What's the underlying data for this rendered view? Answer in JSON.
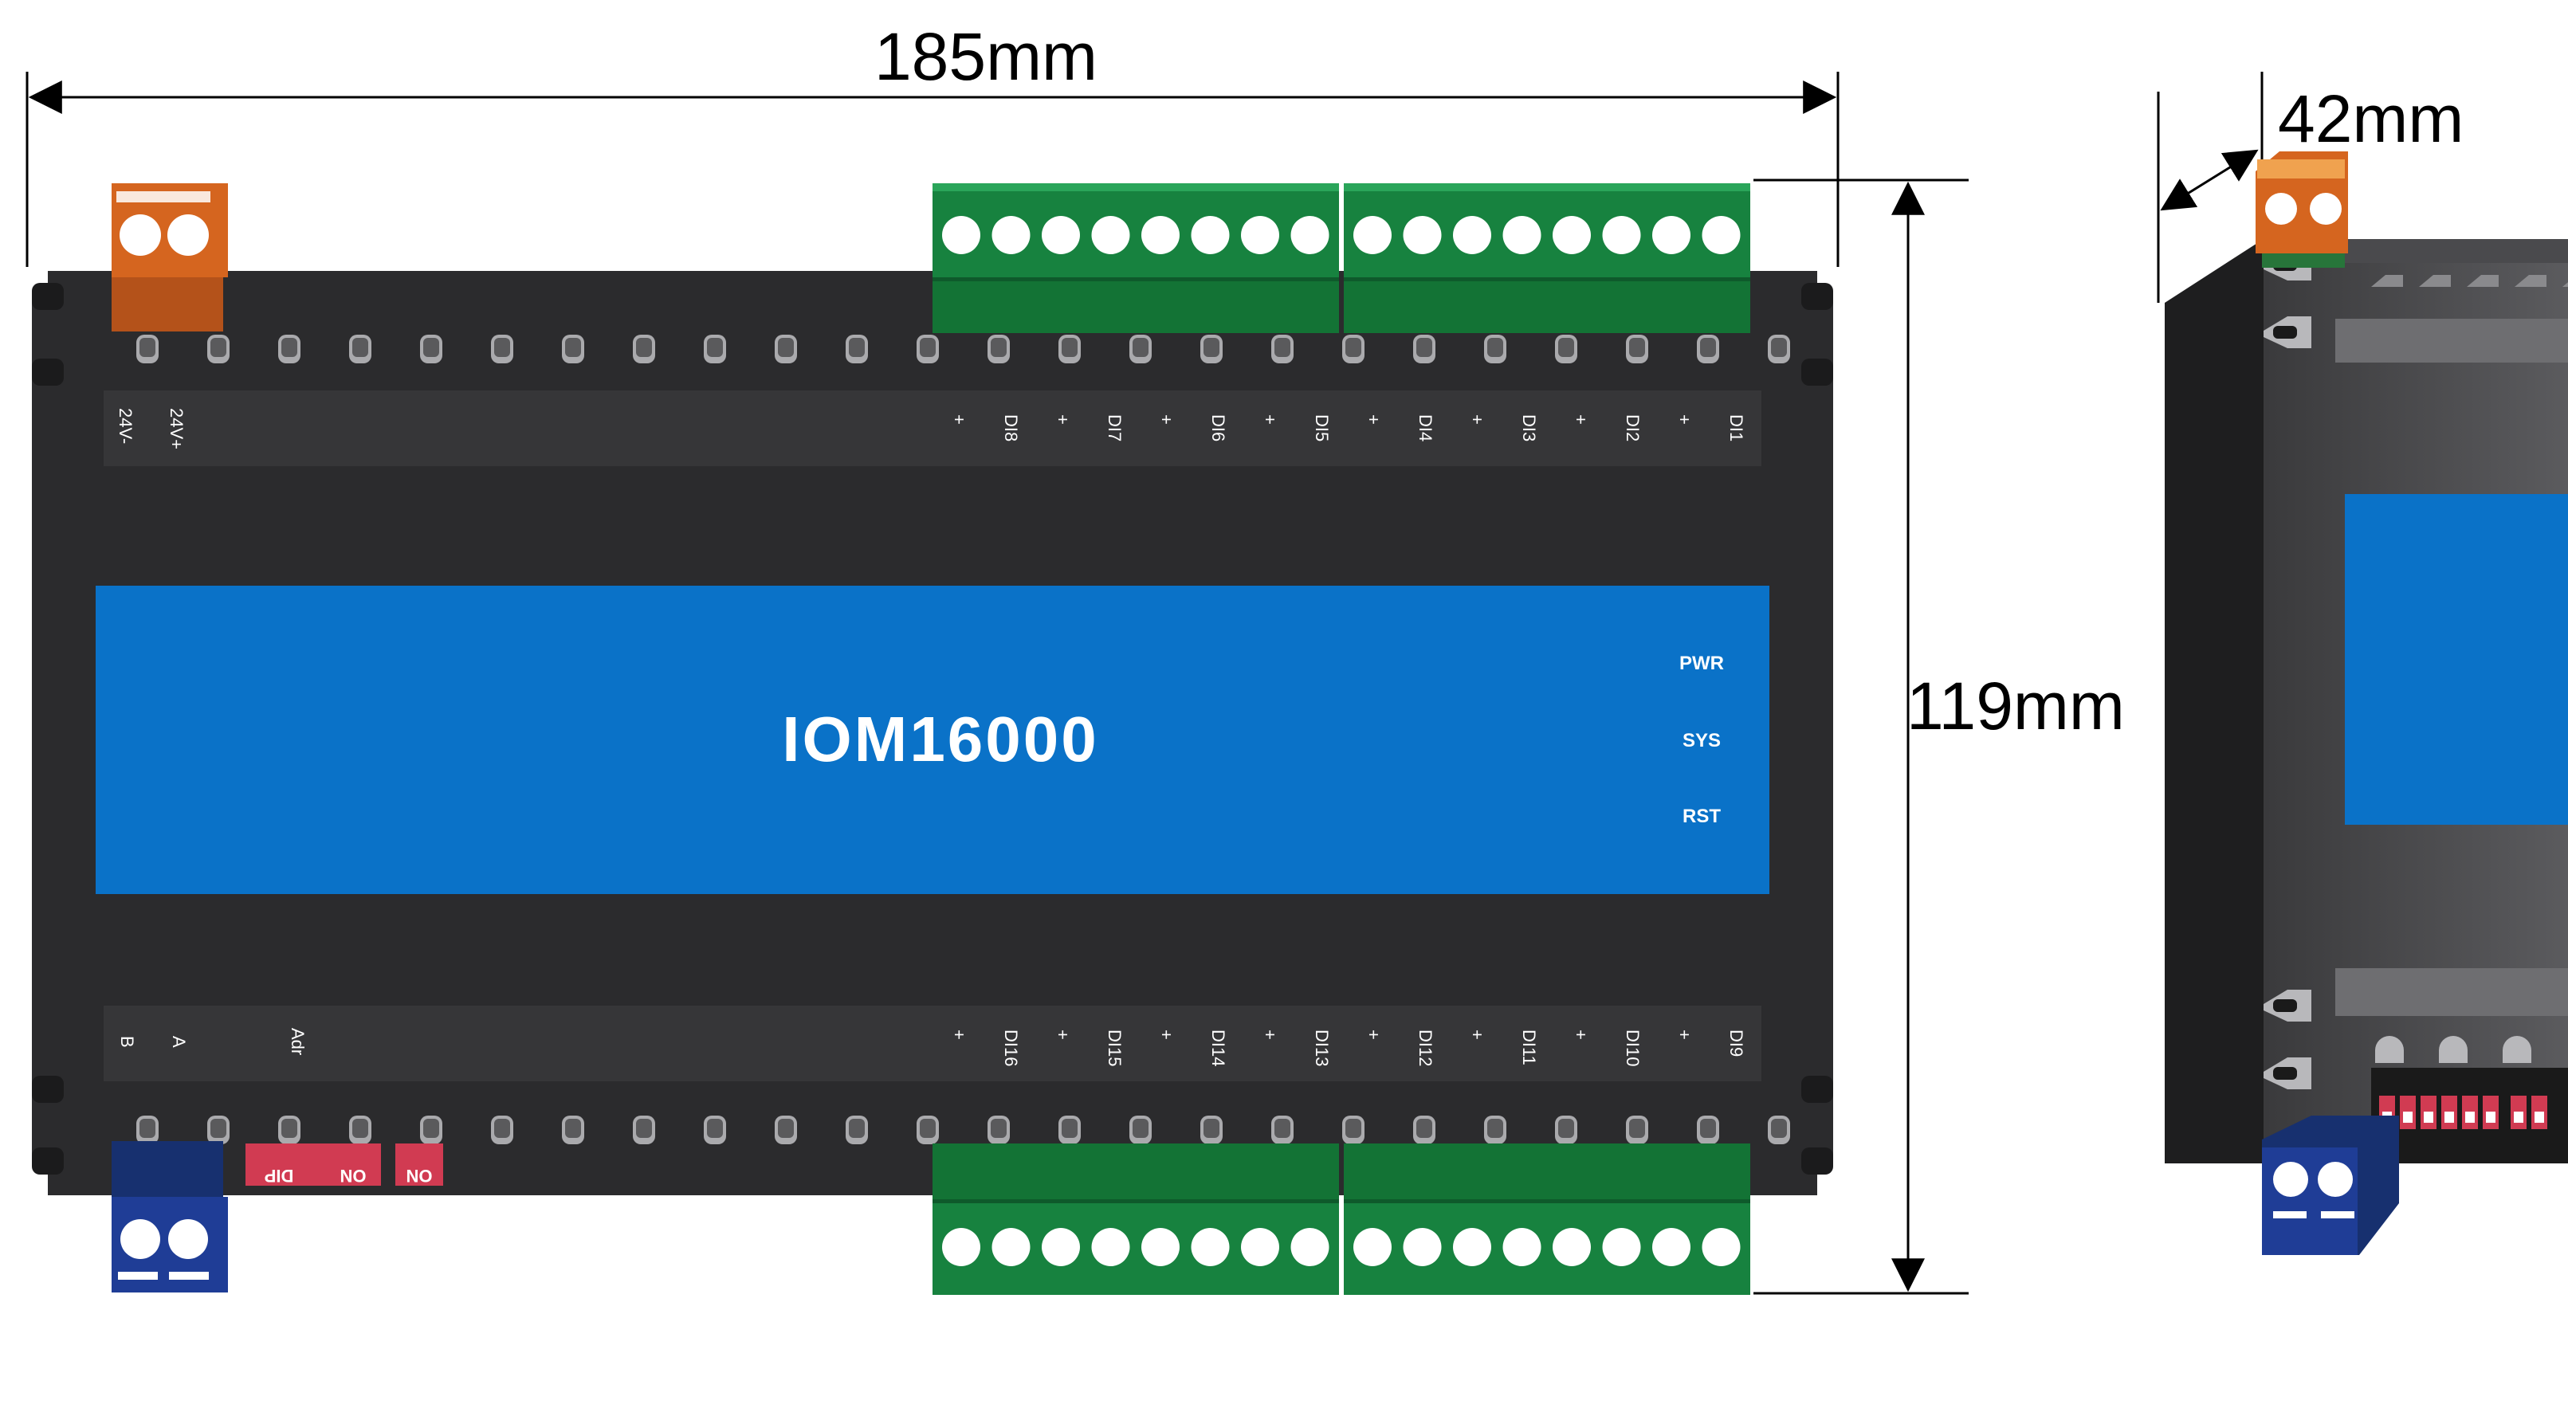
{
  "dimensions": {
    "width_label": "185mm",
    "height_label": "119mm",
    "depth_label": "42mm"
  },
  "device": {
    "model": "IOM16000",
    "indicators": [
      "PWR",
      "SYS",
      "RST"
    ],
    "top_power_labels": [
      "24V-",
      "24V+"
    ],
    "top_terminal_labels": [
      "+",
      "DI8",
      "+",
      "DI7",
      "+",
      "DI6",
      "+",
      "DI5",
      "+",
      "DI4",
      "+",
      "DI3",
      "+",
      "DI2",
      "+",
      "DI1"
    ],
    "bottom_bus_labels": [
      "B",
      "A",
      "Adr"
    ],
    "bottom_terminal_labels": [
      "+",
      "DI16",
      "+",
      "DI15",
      "+",
      "DI14",
      "+",
      "DI13",
      "+",
      "DI12",
      "+",
      "DI11",
      "+",
      "DI10",
      "+",
      "DI9"
    ],
    "dip_labels": {
      "dip": "DIP",
      "on_1": "ON",
      "on_2": "ON"
    }
  },
  "colors": {
    "housing": "#2b2b2d",
    "housing_edge": "#1b1b1c",
    "label_panel": "#0a72c8",
    "terminal_green": "#17823f",
    "terminal_orange": "#d5651f",
    "terminal_blue": "#1f3d96",
    "dip_red": "#d13b52"
  }
}
